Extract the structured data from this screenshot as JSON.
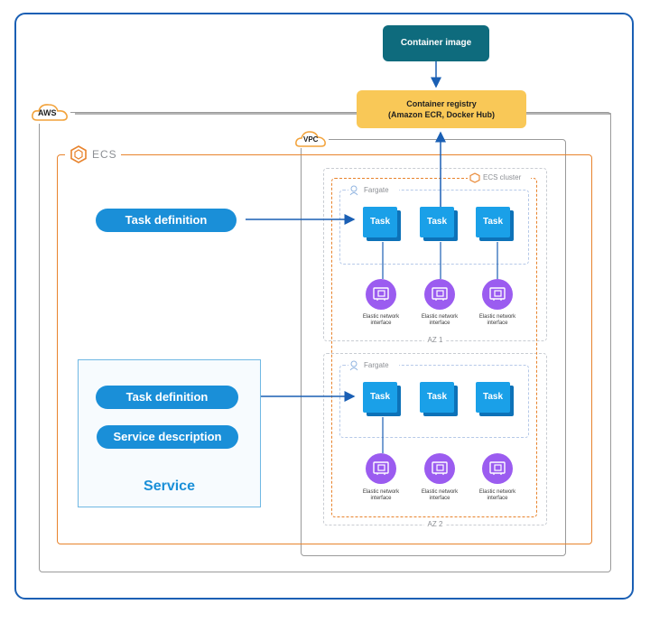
{
  "top": {
    "container_image": "Container image",
    "registry_line1": "Container registry",
    "registry_line2": "(Amazon ECR, Docker Hub)"
  },
  "groups": {
    "aws": "AWS",
    "ecs": "ECS",
    "vpc": "VPC",
    "ecs_cluster": "ECS cluster",
    "fargate": "Fargate",
    "az1": "AZ 1",
    "az2": "AZ 2"
  },
  "left": {
    "task_definition_1": "Task definition",
    "task_definition_2": "Task definition",
    "service_description": "Service description",
    "service_title": "Service"
  },
  "task_label": "Task",
  "eni_line1": "Elastic network",
  "eni_line2": "interface",
  "colors": {
    "frame": "#1a5fb4",
    "ecs_orange": "#e8832c",
    "task_blue": "#1aa0e8",
    "pill_blue": "#1a8fd8",
    "eni_purple": "#9b5cf0",
    "registry_yellow": "#f9c857",
    "container_teal": "#0e6b7d"
  }
}
